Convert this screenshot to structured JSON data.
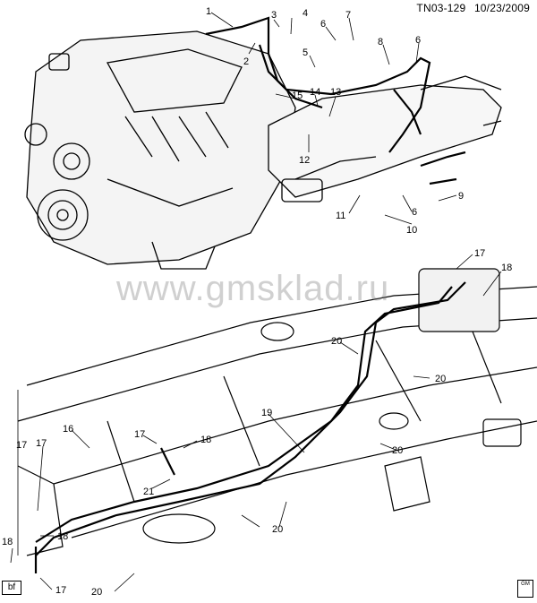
{
  "header": {
    "code": "TN03-129",
    "date": "10/23/2009"
  },
  "watermark": "www.gmsklad.ru",
  "callouts": [
    "1",
    "2",
    "3",
    "4",
    "5",
    "6",
    "7",
    "8",
    "6",
    "15",
    "14",
    "13",
    "12",
    "11",
    "6",
    "10",
    "9",
    "17",
    "18",
    "20",
    "20",
    "16",
    "19",
    "17",
    "18",
    "17",
    "20",
    "21",
    "20",
    "17",
    "18",
    "18",
    "17",
    "20"
  ],
  "corner_tag": "bf",
  "logo_text": "GM"
}
